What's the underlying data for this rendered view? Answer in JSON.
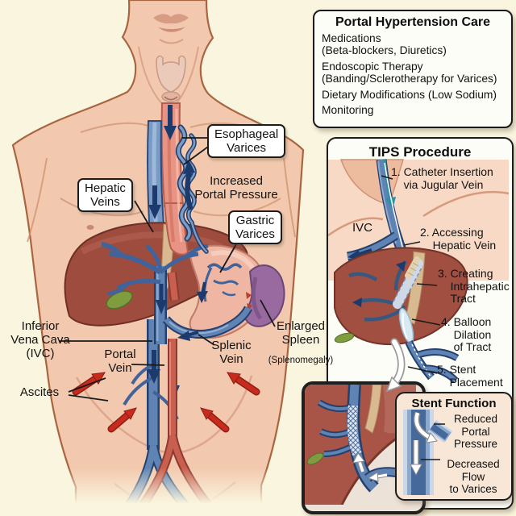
{
  "anatomy_labels": {
    "esophageal_varices": "Esophageal\nVarices",
    "hepatic_veins": "Hepatic\nVeins",
    "increased_portal_pressure": "Increased\nPortal Pressure",
    "gastric_varices": "Gastric\nVarices",
    "inferior_vena_cava": "Inferior\nVena Cava\n(IVC)",
    "portal_vein": "Portal\nVein",
    "splenic_vein": "Splenic\nVein",
    "ascites": "Ascites",
    "enlarged_spleen": "Enlarged\nSpleen",
    "enlarged_spleen_sub": "(Splenomegaly)"
  },
  "care_panel": {
    "title": "Portal Hypertension Care",
    "items": [
      "Medications\n(Beta-blockers, Diuretics)",
      "Endoscopic Therapy\n(Banding/Sclerotherapy for Varices)",
      "Dietary Modifications (Low Sodium)",
      "Monitoring"
    ]
  },
  "tips_panel": {
    "title": "TIPS Procedure",
    "ivc_label": "IVC",
    "steps": [
      "1. Catheter Insertion\n    via Jugular Vein",
      "2. Accessing\n    Hepatic Vein",
      "3. Creating\n    Intrahepatic\n    Tract",
      "4. Balloon\n    Dilation\n    of Tract",
      "5. Stent\n    Placement"
    ]
  },
  "stent_panel": {
    "title": "Stent Function",
    "reduced": "Reduced\nPortal\nPressure",
    "decreased": "Decreased\nFlow\nto Varices"
  },
  "palette": {
    "background": "#faf5df",
    "skin": "#f2c9ae",
    "liver": "#9e4c3e",
    "stomach": "#efb6a3",
    "spleen": "#996aa0",
    "gallbladder": "#7f9c3e",
    "vein_blue": "#5f84b4",
    "vein_dark": "#24406e",
    "artery_red": "#c9604f",
    "arrow_navy": "#1c3a6b",
    "arrow_red": "#c62b1e",
    "catheter_teal": "#2f8fa3",
    "panel_bg": "#fdfdf8",
    "stent_panel_bg": "#f8e7d6",
    "outline": "#1a1a1a"
  }
}
